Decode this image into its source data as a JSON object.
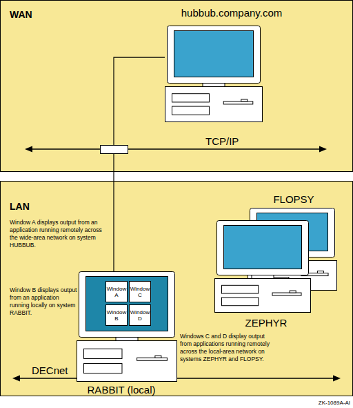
{
  "diagram": {
    "nodes": [
      {
        "text": [
          "WAN"
        ]
      },
      {
        "text": [
          "hubbub.company.com"
        ],
        "in": 0
      },
      {
        "text": [
          "LAN"
        ]
      },
      {
        "text": [
          "FLOPSY"
        ],
        "in": 2
      },
      {
        "text": [
          "ZEPHYR"
        ],
        "in": 2
      },
      {
        "text": [
          "RABBIT (local)"
        ],
        "in": 2
      },
      {
        "text": [
          "Window A"
        ],
        "in": 5
      },
      {
        "text": [
          "Window C"
        ],
        "in": 5
      },
      {
        "text": [
          "Window B"
        ],
        "in": 5
      },
      {
        "text": [
          "Window D"
        ],
        "in": 5
      }
    ],
    "edges": [
      {
        "from": 1,
        "to": 5,
        "arrow": "none"
      }
    ],
    "labels": [
      "TCP/IP",
      "Window A displays output from an application running remotely across the wide-area network on system HUBBUB.",
      "Window B displays output from an application running locally on system RABBIT.",
      "Windows C and D display output from applications running remotely across the local-area network on systems ZEPHYR and FLOPSY.",
      "DECnet",
      "ZK-1089A-AI"
    ]
  }
}
